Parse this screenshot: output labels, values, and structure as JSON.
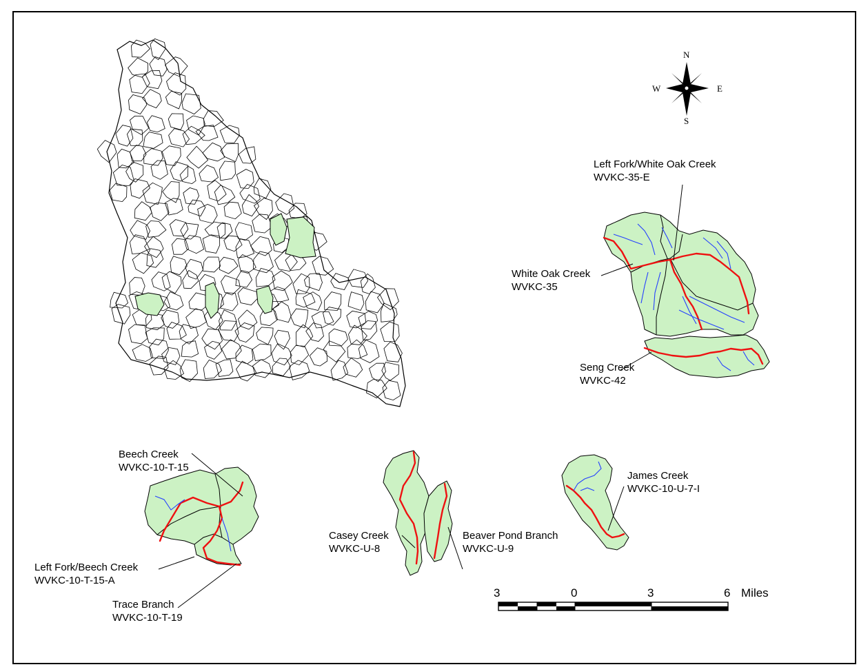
{
  "compass": {
    "n": "N",
    "s": "S",
    "e": "E",
    "w": "W"
  },
  "labels": [
    {
      "id": "left-fork-white-oak",
      "name": "Left Fork/White Oak Creek",
      "code": "WVKC-35-E"
    },
    {
      "id": "white-oak",
      "name": "White Oak Creek",
      "code": "WVKC-35"
    },
    {
      "id": "seng",
      "name": "Seng Creek",
      "code": "WVKC-42"
    },
    {
      "id": "beech",
      "name": "Beech Creek",
      "code": "WVKC-10-T-15"
    },
    {
      "id": "left-fork-beech",
      "name": "Left Fork/Beech Creek",
      "code": "WVKC-10-T-15-A"
    },
    {
      "id": "trace",
      "name": "Trace Branch",
      "code": "WVKC-10-T-19"
    },
    {
      "id": "casey",
      "name": "Casey Creek",
      "code": "WVKC-U-8"
    },
    {
      "id": "beaver-pond",
      "name": "Beaver Pond Branch",
      "code": "WVKC-U-9"
    },
    {
      "id": "james",
      "name": "James Creek",
      "code": "WVKC-10-U-7-I"
    }
  ],
  "scale": {
    "ticks": [
      "3",
      "0",
      "3",
      "6"
    ],
    "unit": "Miles"
  },
  "colors": {
    "watershed": "#ccf2c4",
    "stream_main": "#ee1111",
    "stream_trib": "#2540ff"
  }
}
